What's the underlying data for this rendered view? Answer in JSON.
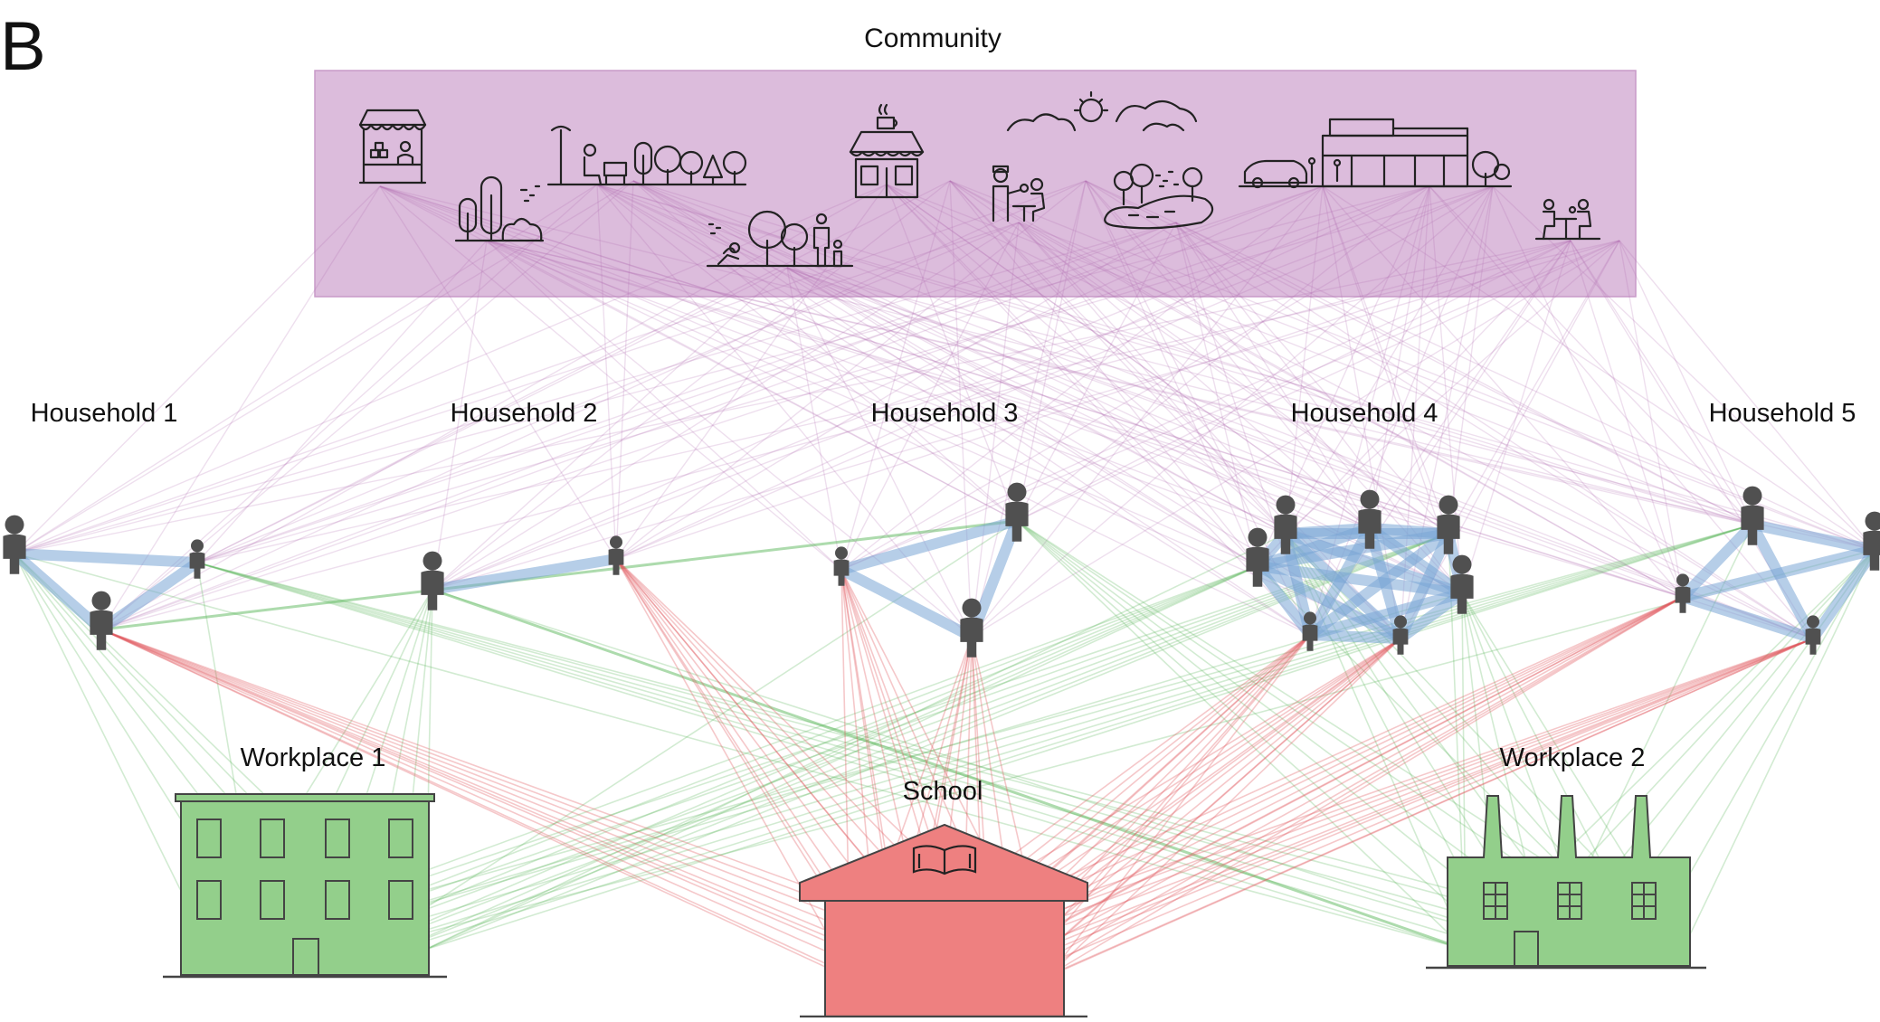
{
  "panel_letter": "B",
  "colors": {
    "community_fill": "#dcbcdc",
    "community_stroke": "#c89ac8",
    "community_edge": "#b26cb2",
    "household_edge": "#7aa6d6",
    "school_edge": "#e0555b",
    "work_edge": "#5cb85c",
    "school_fill": "#ee8080",
    "work_fill": "#93cf8b",
    "person": "#505050",
    "icon_ink": "#222222"
  },
  "community": {
    "label": "Community",
    "venues": [
      {
        "name": "market-stall-icon"
      },
      {
        "name": "park-trees-icon"
      },
      {
        "name": "park-bench-icon"
      },
      {
        "name": "family-walk-icon"
      },
      {
        "name": "cafe-icon"
      },
      {
        "name": "restaurant-waiter-icon"
      },
      {
        "name": "lake-park-icon"
      },
      {
        "name": "shopping-mall-icon"
      },
      {
        "name": "diner-icon"
      }
    ]
  },
  "households": [
    {
      "label": "Household 1",
      "members": 3
    },
    {
      "label": "Household 2",
      "members": 2
    },
    {
      "label": "Household 3",
      "members": 3
    },
    {
      "label": "Household 4",
      "members": 7
    },
    {
      "label": "Household 5",
      "members": 4
    }
  ],
  "workplaces": [
    {
      "label": "Workplace 1"
    },
    {
      "label": "Workplace 2"
    }
  ],
  "school": {
    "label": "School"
  }
}
